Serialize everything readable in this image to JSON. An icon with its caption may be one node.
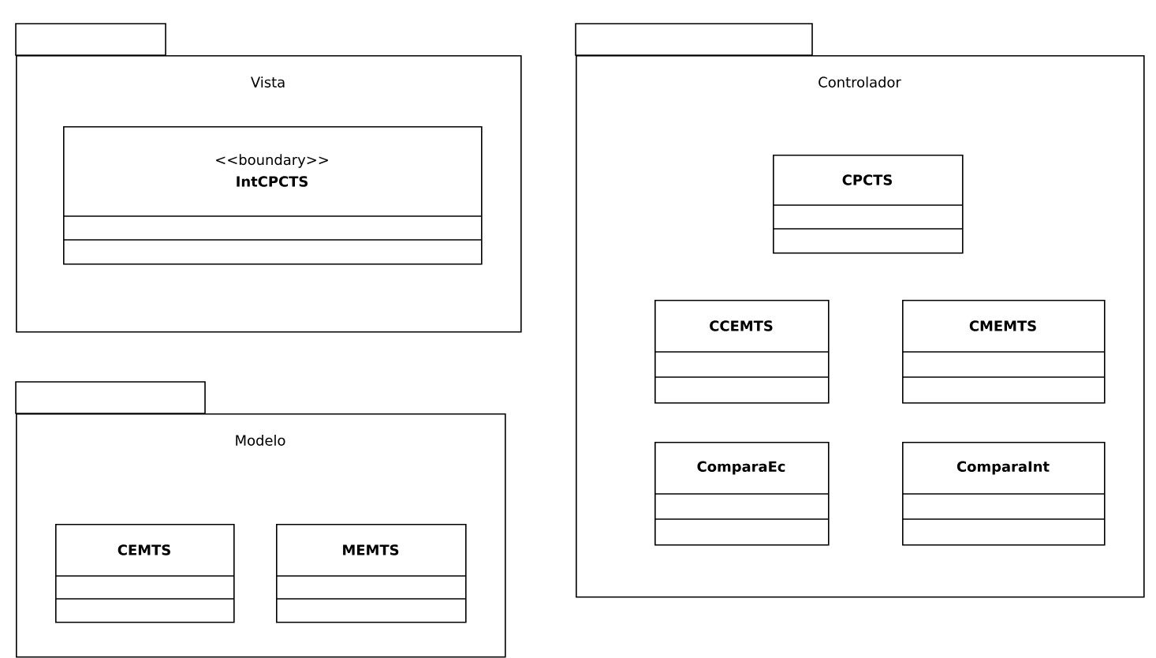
{
  "diagram": {
    "nodes": [
      {
        "text": [
          "Vista"
        ]
      },
      {
        "text": [
          "<<boundary>>",
          "IntCPCTS"
        ],
        "in": 0
      },
      {
        "text": [
          "Modelo"
        ]
      },
      {
        "text": [
          "CEMTS"
        ],
        "in": 2
      },
      {
        "text": [
          "MEMTS"
        ],
        "in": 2
      },
      {
        "text": [
          "Controlador"
        ]
      },
      {
        "text": [
          "CPCTS"
        ],
        "in": 5
      },
      {
        "text": [
          "CCEMTS"
        ],
        "in": 5
      },
      {
        "text": [
          "CMEMTS"
        ],
        "in": 5
      },
      {
        "text": [
          "ComparaEc"
        ],
        "in": 5
      },
      {
        "text": [
          "ComparaInt"
        ],
        "in": 5
      }
    ],
    "edges": []
  }
}
